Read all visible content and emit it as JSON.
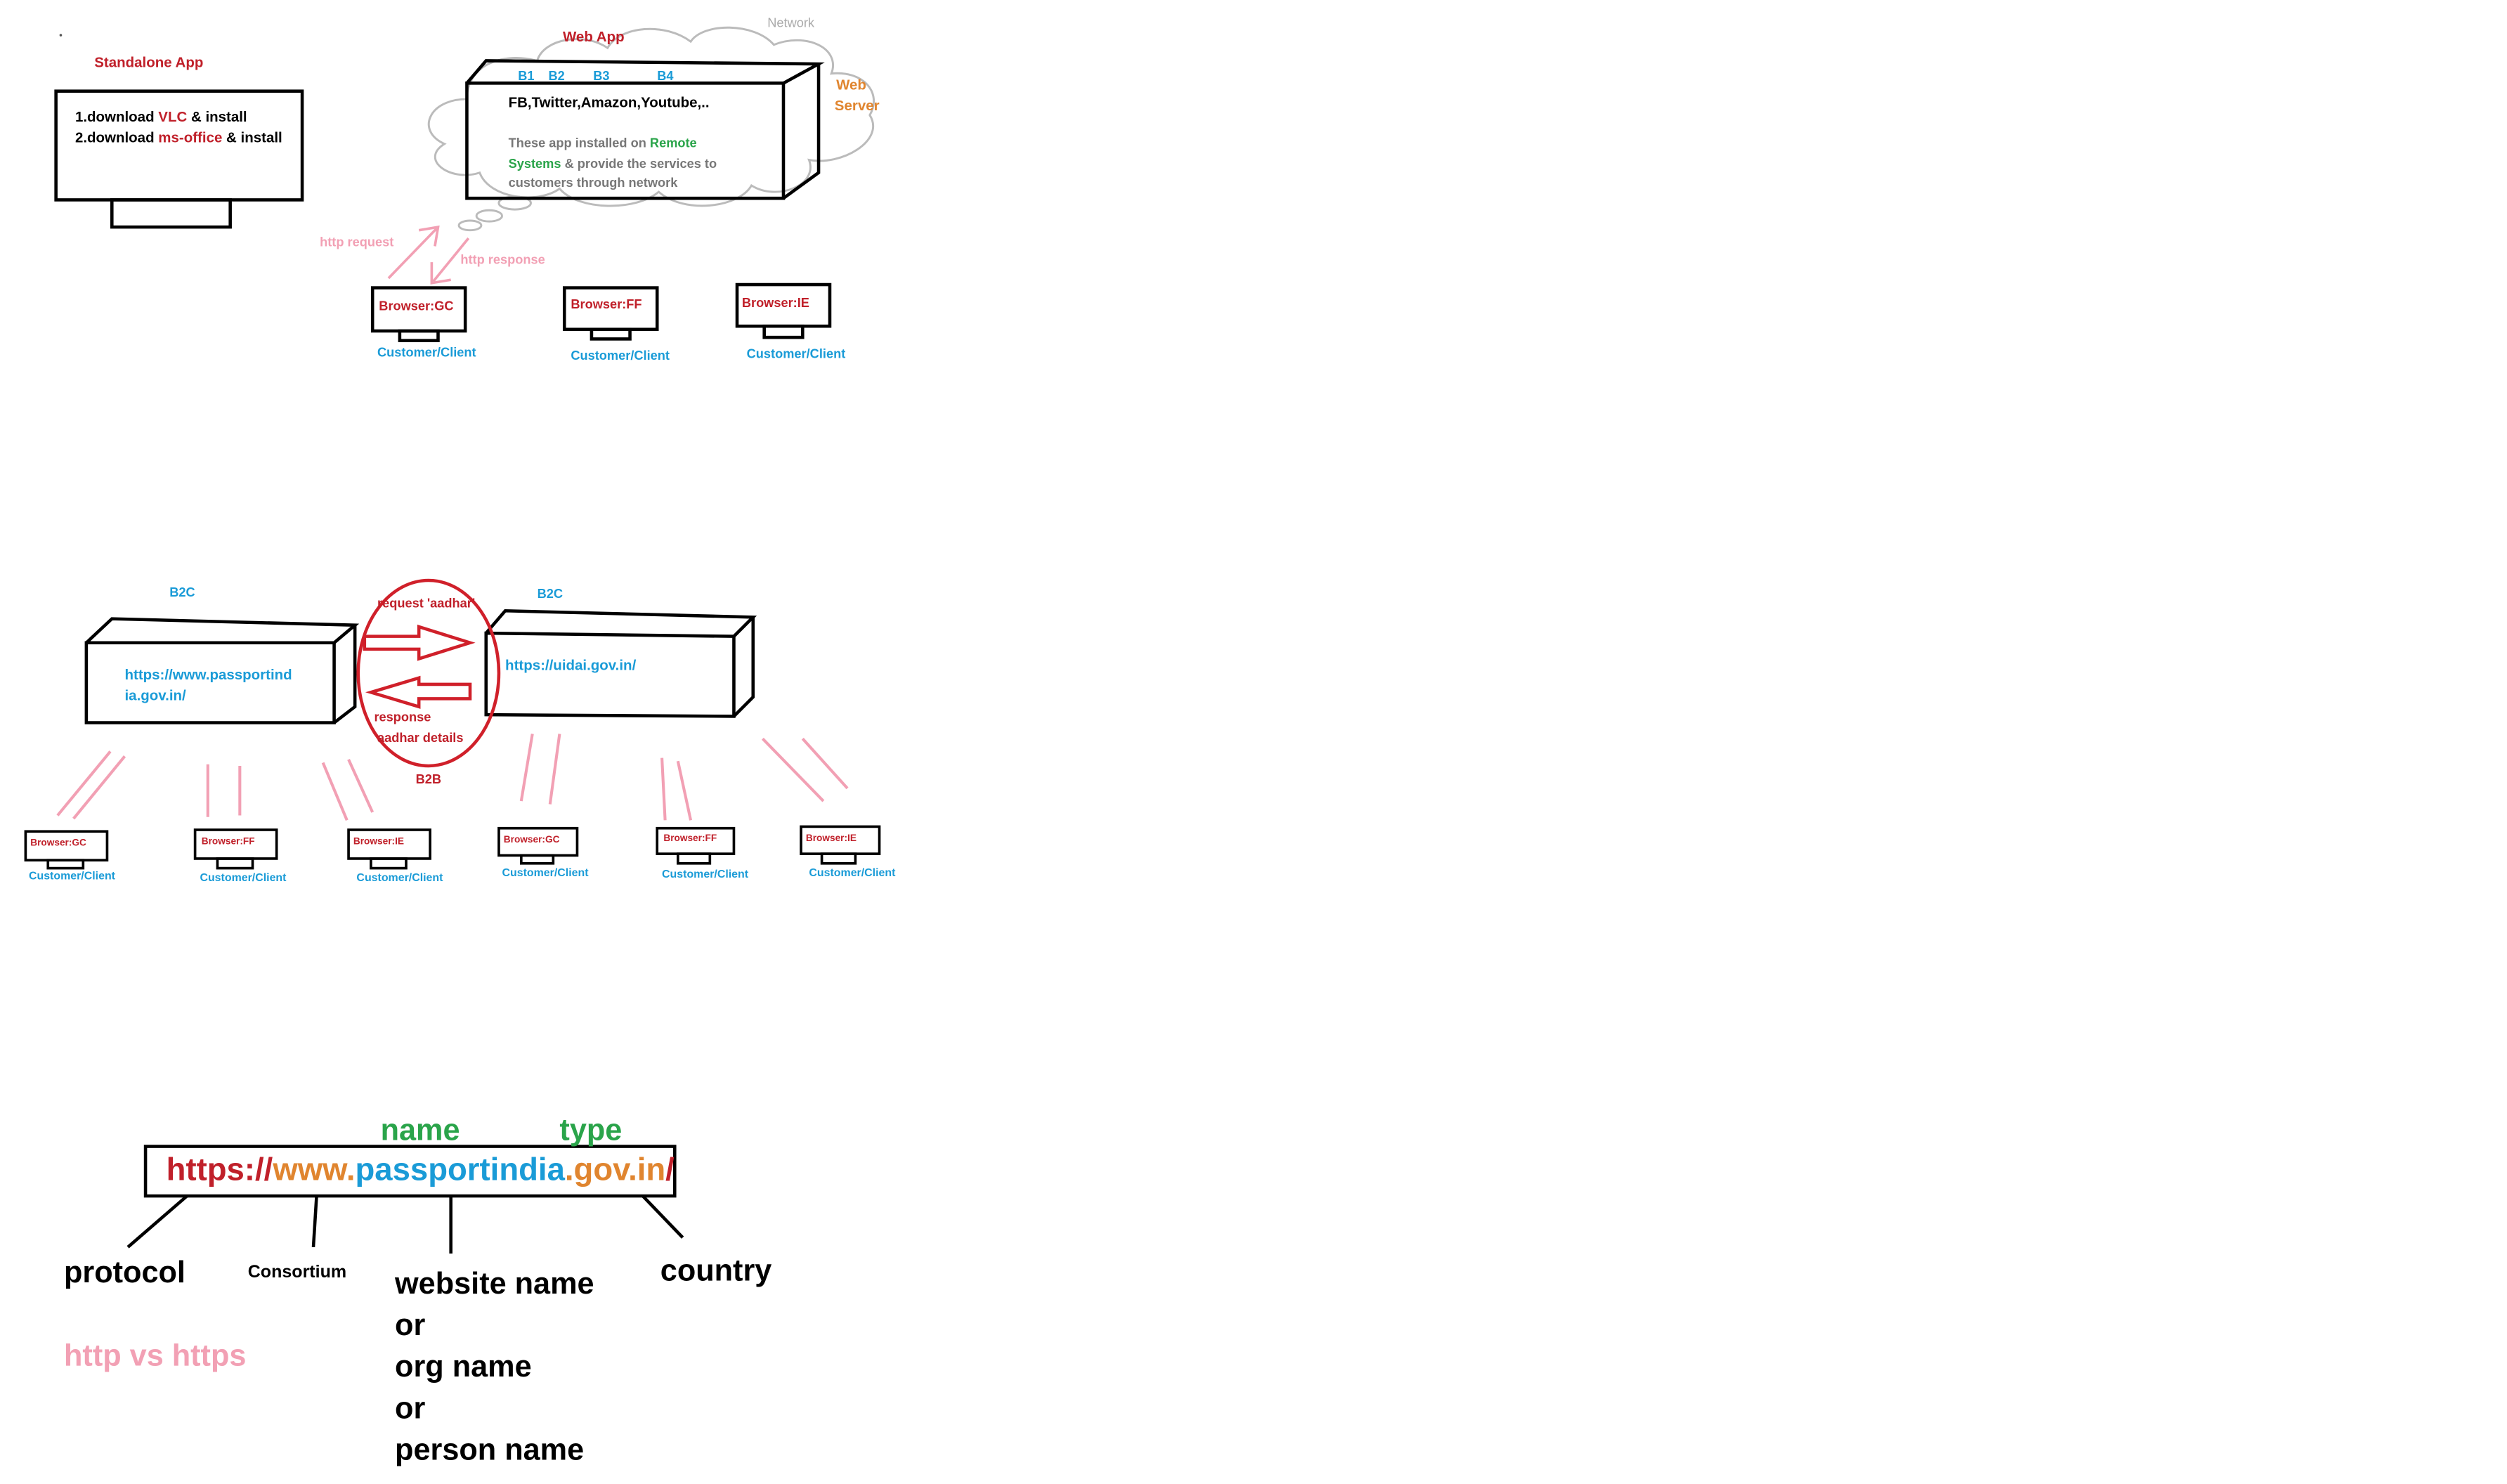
{
  "standalone": {
    "title": "Standalone App",
    "line1_prefix": "1.download ",
    "line1_highlight": "VLC",
    "line1_suffix": " & install",
    "line2_prefix": "2.download ",
    "line2_highlight": "ms-office",
    "line2_suffix": " & install"
  },
  "webapp": {
    "title": "Web App",
    "network_label": "Network",
    "web_label": "Web",
    "server_label": "Server",
    "browsers": [
      "B1",
      "B2",
      "B3",
      "B4"
    ],
    "apps_line": "FB,Twitter,Amazon,Youtube,..",
    "desc_line1_prefix": "These app installed on ",
    "desc_line1_highlight": "Remote",
    "desc_line2_highlight": "Systems",
    "desc_line2_suffix": " & provide the services to",
    "desc_line3": "customers through network",
    "http_request": "http request",
    "http_response": "http response",
    "clients": [
      {
        "browser": "Browser:GC",
        "role": "Customer/Client"
      },
      {
        "browser": "Browser:FF",
        "role": "Customer/Client"
      },
      {
        "browser": "Browser:IE",
        "role": "Customer/Client"
      }
    ]
  },
  "b2b": {
    "left_tag": "B2C",
    "right_tag": "B2C",
    "left_url_line1": "https://www.passportind",
    "left_url_line2": "ia.gov.in/",
    "right_url": "https://uidai.gov.in/",
    "request_label": "request 'aadhar'",
    "response_label_line1": "response",
    "response_label_line2": "aadhar details",
    "b2b_tag": "B2B",
    "clients": [
      {
        "browser": "Browser:GC",
        "role": "Customer/Client"
      },
      {
        "browser": "Browser:FF",
        "role": "Customer/Client"
      },
      {
        "browser": "Browser:IE",
        "role": "Customer/Client"
      },
      {
        "browser": "Browser:GC",
        "role": "Customer/Client"
      },
      {
        "browser": "Browser:FF",
        "role": "Customer/Client"
      },
      {
        "browser": "Browser:IE",
        "role": "Customer/Client"
      }
    ]
  },
  "url_anatomy": {
    "protocol_part": "https://",
    "consortium_part": "www.",
    "name_part": "passportindia",
    "type_part": ".gov.in",
    "slash_part": "/",
    "name_label": "name",
    "type_label": "type",
    "protocol_label": "protocol",
    "consortium_label": "Consortium",
    "website_label_lines": [
      "website name",
      "or",
      "org name",
      "or",
      "person name"
    ],
    "country_label": "country",
    "http_vs_https": "http vs https"
  },
  "colors": {
    "red": "#c0202a",
    "blue": "#1a9bd7",
    "orange": "#e0852f",
    "green": "#2aa44a",
    "pink": "#f2a0b4"
  }
}
